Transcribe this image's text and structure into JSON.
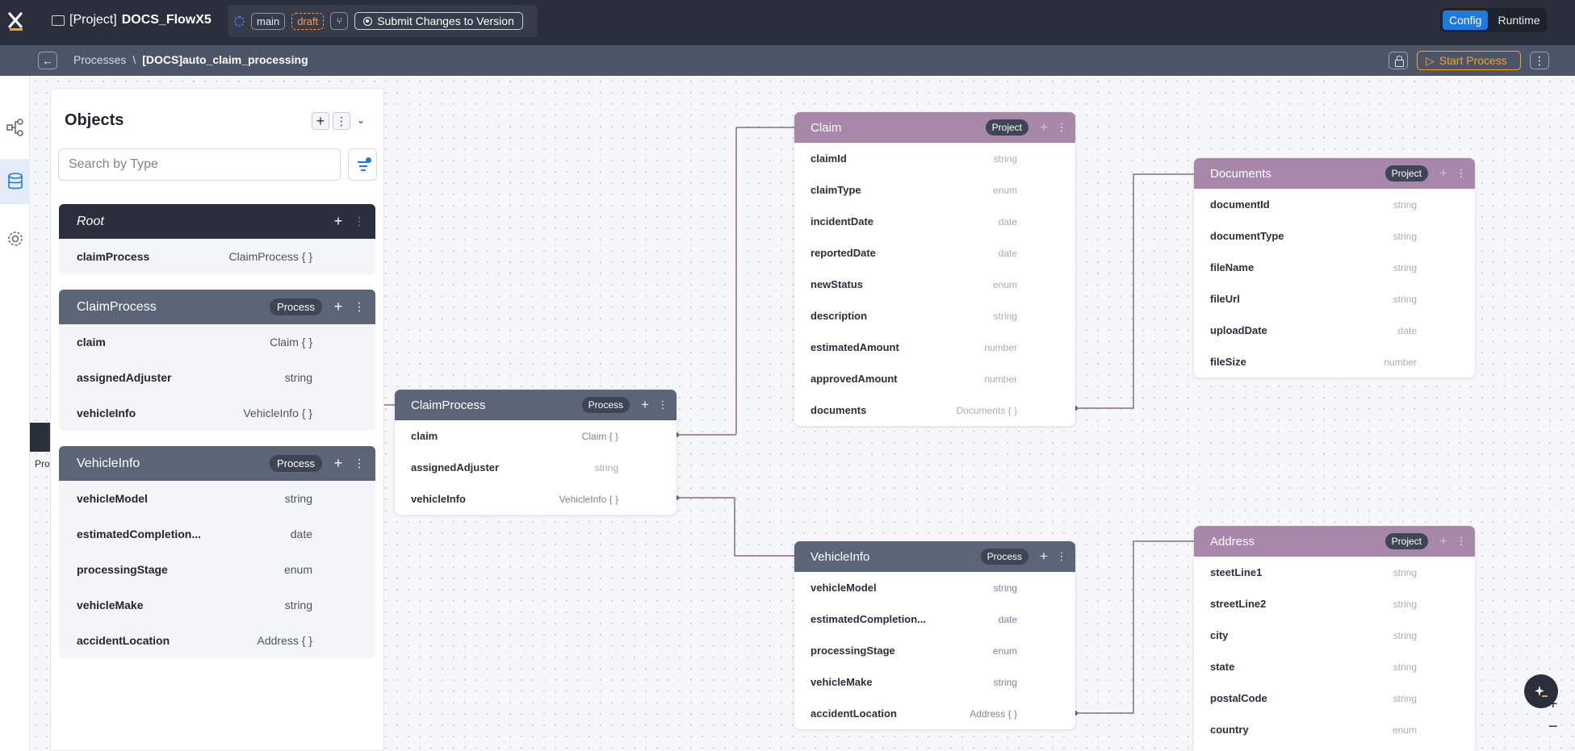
{
  "topbar": {
    "project_prefix": "[Project]",
    "project_name": "DOCS_FlowX5",
    "branch": "main",
    "status": "draft",
    "submit_label": "Submit Changes to Version",
    "mode_config": "Config",
    "mode_runtime": "Runtime"
  },
  "subbar": {
    "crumb_parent": "Processes",
    "crumb_sep": "\\",
    "crumb_current": "[DOCS]auto_claim_processing",
    "start_label": "Start Process"
  },
  "panel": {
    "title": "Objects",
    "search_placeholder": "Search by Type",
    "cards": [
      {
        "title": "Root",
        "badge": "",
        "fields": [
          {
            "name": "claimProcess",
            "type": "ClaimProcess { }"
          }
        ]
      },
      {
        "title": "ClaimProcess",
        "badge": "Process",
        "fields": [
          {
            "name": "claim",
            "type": "Claim { }"
          },
          {
            "name": "assignedAdjuster",
            "type": "string"
          },
          {
            "name": "vehicleInfo",
            "type": "VehicleInfo { }"
          }
        ]
      },
      {
        "title": "VehicleInfo",
        "badge": "Process",
        "fields": [
          {
            "name": "vehicleModel",
            "type": "string"
          },
          {
            "name": "estimatedCompletion...",
            "type": "date"
          },
          {
            "name": "processingStage",
            "type": "enum"
          },
          {
            "name": "vehicleMake",
            "type": "string"
          },
          {
            "name": "accidentLocation",
            "type": "Address { }"
          }
        ]
      }
    ]
  },
  "ghost_label": "Pro",
  "nodes": {
    "claimprocess": {
      "title": "ClaimProcess",
      "badge": "Process",
      "fields": [
        {
          "name": "claim",
          "type": "Claim { }"
        },
        {
          "name": "assignedAdjuster",
          "type": "string"
        },
        {
          "name": "vehicleInfo",
          "type": "VehicleInfo { }"
        }
      ]
    },
    "claim": {
      "title": "Claim",
      "badge": "Project",
      "fields": [
        {
          "name": "claimId",
          "type": "string"
        },
        {
          "name": "claimType",
          "type": "enum"
        },
        {
          "name": "incidentDate",
          "type": "date"
        },
        {
          "name": "reportedDate",
          "type": "date"
        },
        {
          "name": "newStatus",
          "type": "enum"
        },
        {
          "name": "description",
          "type": "string"
        },
        {
          "name": "estimatedAmount",
          "type": "number"
        },
        {
          "name": "approvedAmount",
          "type": "number"
        },
        {
          "name": "documents",
          "type": "Documents { }"
        }
      ]
    },
    "documents": {
      "title": "Documents",
      "badge": "Project",
      "fields": [
        {
          "name": "documentId",
          "type": "string"
        },
        {
          "name": "documentType",
          "type": "string"
        },
        {
          "name": "fileName",
          "type": "string"
        },
        {
          "name": "fileUrl",
          "type": "string"
        },
        {
          "name": "uploadDate",
          "type": "date"
        },
        {
          "name": "fileSize",
          "type": "number"
        }
      ]
    },
    "vehicleinfo": {
      "title": "VehicleInfo",
      "badge": "Process",
      "fields": [
        {
          "name": "vehicleModel",
          "type": "string"
        },
        {
          "name": "estimatedCompletion...",
          "type": "date"
        },
        {
          "name": "processingStage",
          "type": "enum"
        },
        {
          "name": "vehicleMake",
          "type": "string"
        },
        {
          "name": "accidentLocation",
          "type": "Address { }"
        }
      ]
    },
    "address": {
      "title": "Address",
      "badge": "Project",
      "fields": [
        {
          "name": "steetLine1",
          "type": "string"
        },
        {
          "name": "streetLine2",
          "type": "string"
        },
        {
          "name": "city",
          "type": "string"
        },
        {
          "name": "state",
          "type": "string"
        },
        {
          "name": "postalCode",
          "type": "string"
        },
        {
          "name": "country",
          "type": "enum"
        }
      ]
    }
  },
  "colors": {
    "accent": "#1f7ae0",
    "start": "#f5a524",
    "project_header": "#a787aa",
    "process_header": "#5c6577",
    "topbar": "#2a2f3b"
  }
}
